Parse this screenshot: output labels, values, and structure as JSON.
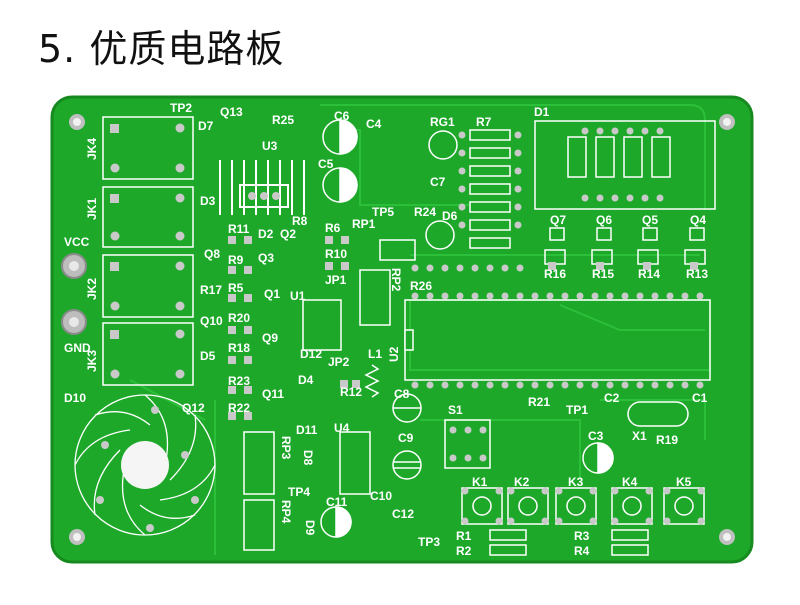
{
  "title": "5. 优质电路板",
  "colors": {
    "board": "#1ea82a",
    "board_dark": "#168a1f",
    "trace": "#2cc03a",
    "pad": "#c9c9c9",
    "hole": "#f2f2f2",
    "silk": "#ffffff"
  },
  "labels": [
    "TP2",
    "Q13",
    "R25",
    "C6",
    "C4",
    "RG1",
    "R7",
    "D1",
    "JK4",
    "D7",
    "U3",
    "C5",
    "C7",
    "JK1",
    "D3",
    "R8",
    "R24",
    "TP5",
    "D6",
    "Q7",
    "Q6",
    "Q5",
    "Q4",
    "R11",
    "D2",
    "Q2",
    "R6",
    "RP1",
    "VCC",
    "Q8",
    "R9",
    "Q3",
    "R10",
    "R16",
    "R15",
    "R14",
    "R13",
    "JK2",
    "R17",
    "R5",
    "JP1",
    "RP2",
    "R26",
    "Q1",
    "U1",
    "Q10",
    "R20",
    "GND",
    "D5",
    "R18",
    "Q9",
    "D12",
    "U2",
    "L1",
    "JK3",
    "R23",
    "D4",
    "JP2",
    "R12",
    "C8",
    "D10",
    "Q11",
    "S1",
    "R21",
    "TP1",
    "C2",
    "C1",
    "Q12",
    "R22",
    "C9",
    "C3",
    "X1",
    "R19",
    "RP3",
    "D11",
    "U4",
    "D8",
    "TP4",
    "K1",
    "K2",
    "K3",
    "K4",
    "K5",
    "RP4",
    "D9",
    "C11",
    "C10",
    "C12",
    "R1",
    "R3",
    "TP3",
    "R2",
    "R4"
  ]
}
